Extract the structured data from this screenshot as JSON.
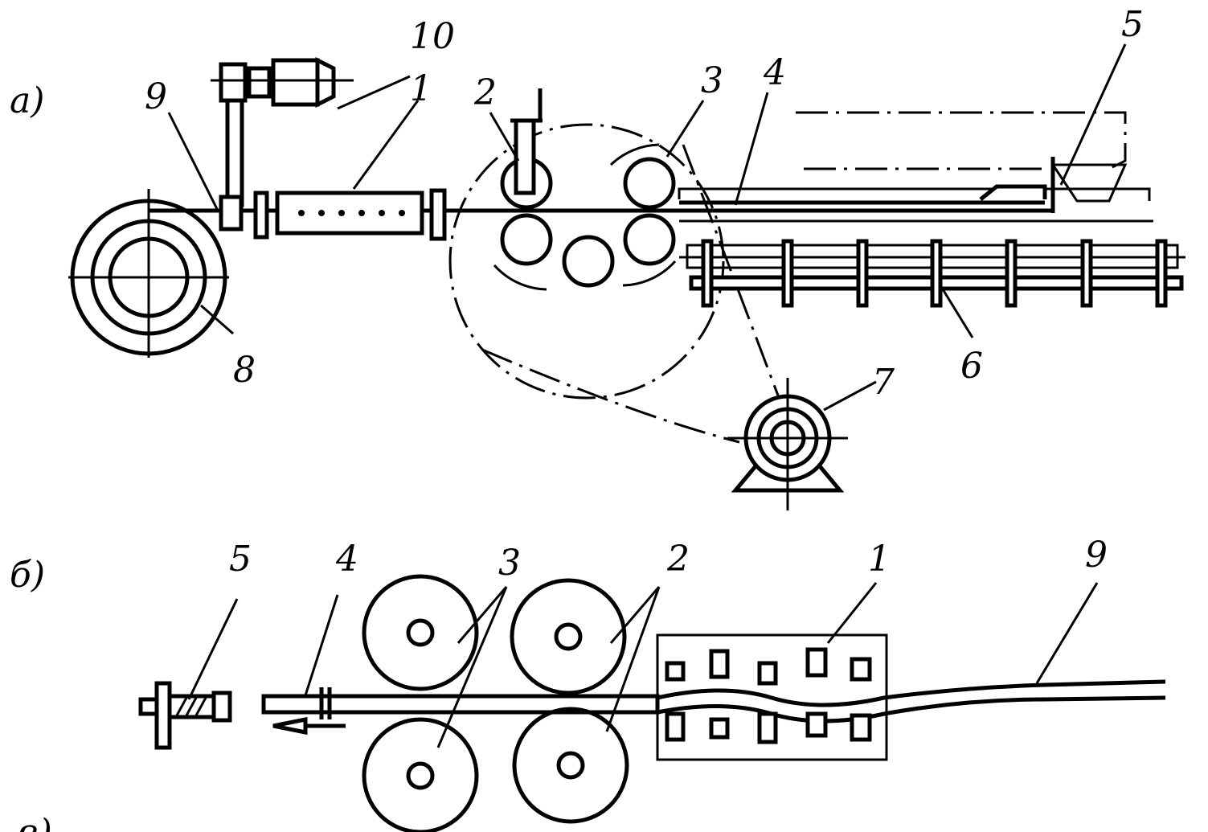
{
  "figure": {
    "part_a": {
      "label": "а)",
      "callouts": [
        "1",
        "2",
        "3",
        "4",
        "5",
        "6",
        "7",
        "8",
        "9",
        "10"
      ]
    },
    "part_b": {
      "label": "б)",
      "callouts": [
        "5",
        "4",
        "3",
        "2",
        "1",
        "9"
      ]
    },
    "part_c": {
      "label": "в)"
    }
  }
}
